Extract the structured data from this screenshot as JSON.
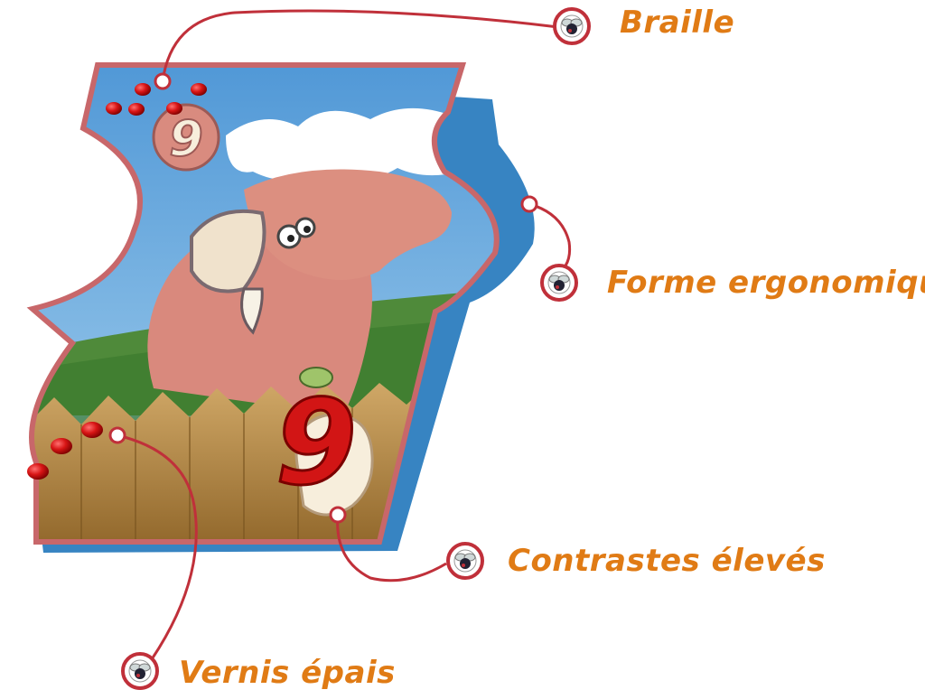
{
  "card": {
    "number": "9"
  },
  "annotations": [
    {
      "id": "braille",
      "label": "Braille"
    },
    {
      "id": "forme",
      "label": "Forme ergonomique"
    },
    {
      "id": "contrastes",
      "label": "Contrastes élevés"
    },
    {
      "id": "vernis",
      "label": "Vernis épais"
    }
  ],
  "colors": {
    "label": "#e07b15",
    "leader": "#c0303a",
    "outline": "#c8676a",
    "sky": "#7ab4e0",
    "grass": "#4f8a3a",
    "fence": "#b98b46",
    "braille": "#cc1a1a",
    "number_red": "#d21515",
    "cream": "#f7eedc"
  },
  "icons": {
    "marker": "bug-marker-icon"
  }
}
